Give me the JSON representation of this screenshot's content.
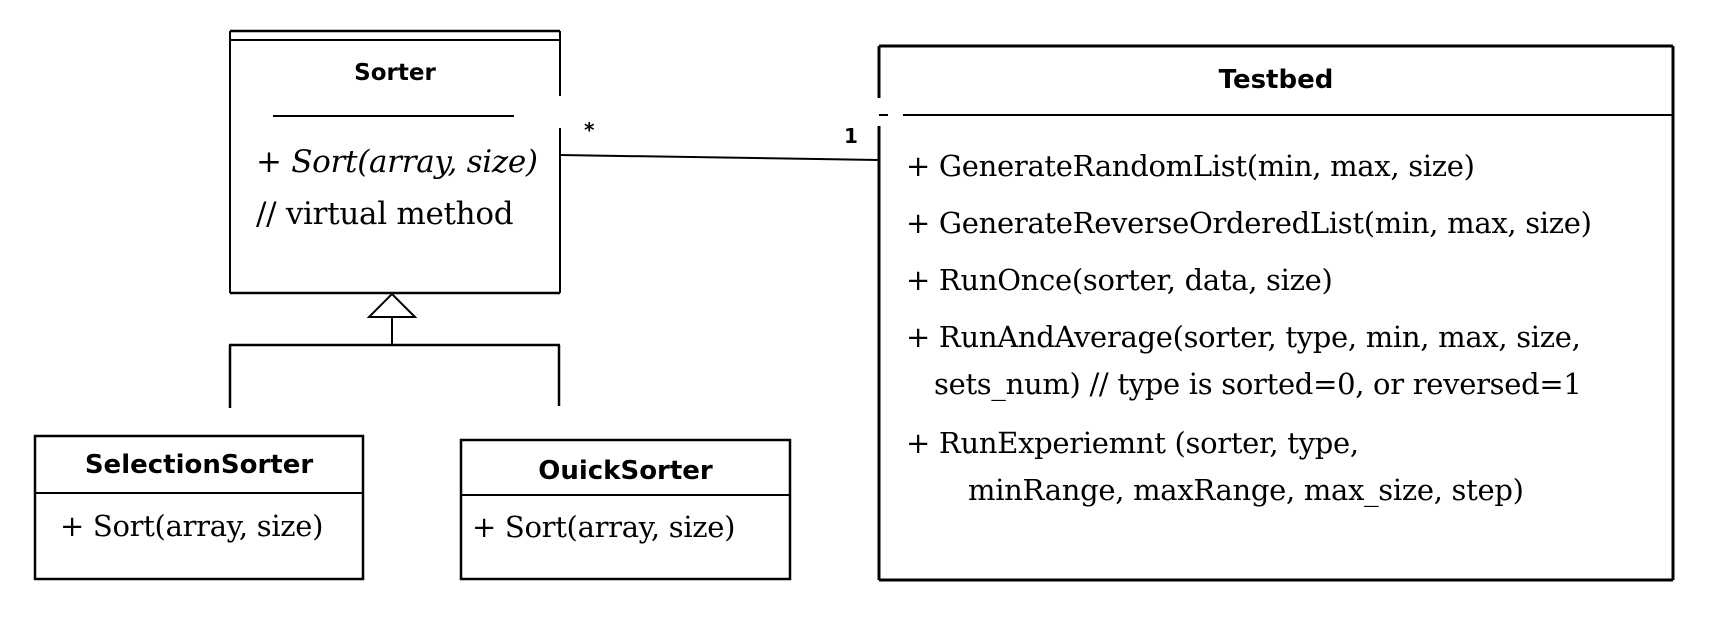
{
  "sorter": {
    "name": "Sorter",
    "method": "+ Sort(array, size)",
    "comment": "// virtual method"
  },
  "selection_sorter": {
    "name": "SelectionSorter",
    "method": "+ Sort(array, size)"
  },
  "quick_sorter": {
    "name": "OuickSorter",
    "method": "+ Sort(array, size)"
  },
  "testbed": {
    "name": "Testbed",
    "methods": [
      "+ GenerateRandomList(min, max, size)",
      "+ GenerateReverseOrderedList(min, max, size)",
      "+ RunOnce(sorter, data, size)",
      "+ RunAndAverage(sorter, type, min, max, size,",
      "sets_num)  // type is sorted=0, or reversed=1",
      "+ RunExperiemnt (sorter, type,",
      "minRange, maxRange, max_size, step)"
    ]
  },
  "association": {
    "sorter_multiplicity": "*",
    "testbed_multiplicity": "1"
  }
}
